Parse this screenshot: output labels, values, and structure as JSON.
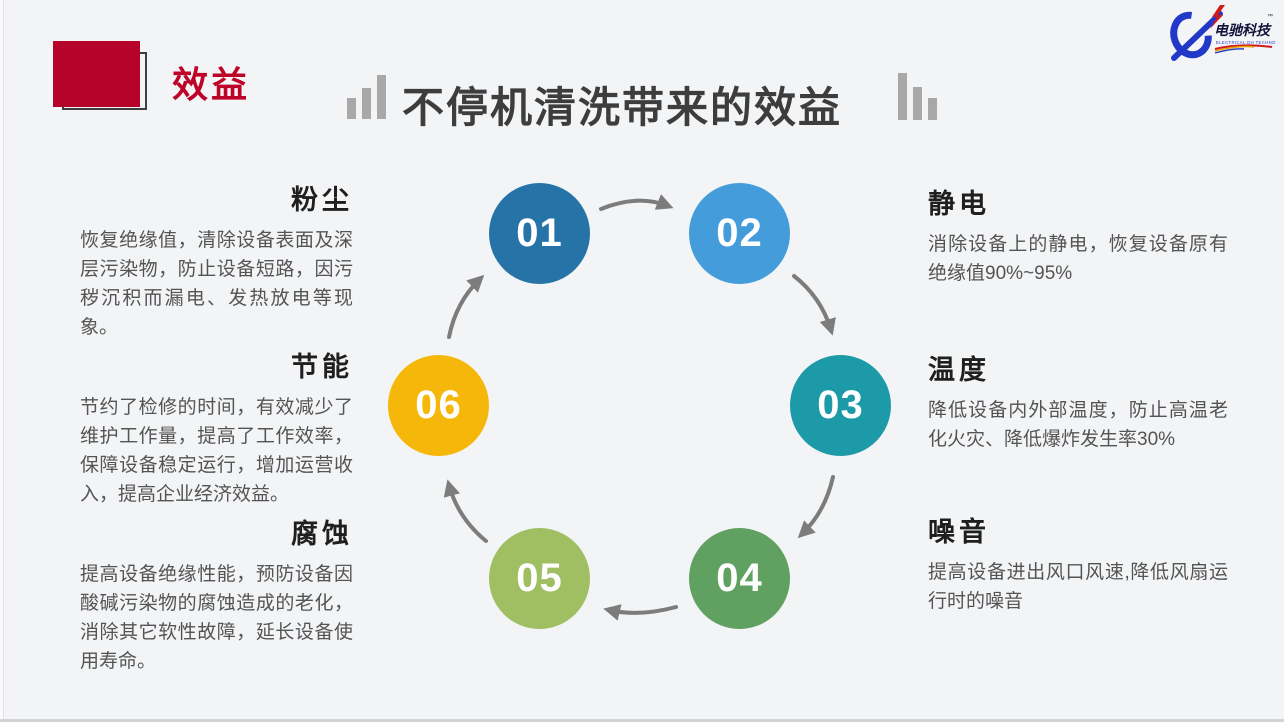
{
  "slide": {
    "badge_label": "效益",
    "title": "不停机清洗带来的效益"
  },
  "logo": {
    "name": "电驰科技",
    "trademark": "TM",
    "tagline": "ELECTRICAL DH TECHNOLOGY"
  },
  "diagram": {
    "type": "cycle",
    "arrow_color": "#7C7C7C",
    "steps": [
      {
        "number": "01",
        "color": "#2673A8"
      },
      {
        "number": "02",
        "color": "#449CDB"
      },
      {
        "number": "03",
        "color": "#1C9AA8"
      },
      {
        "number": "04",
        "color": "#60A061"
      },
      {
        "number": "05",
        "color": "#A0BF63"
      },
      {
        "number": "06",
        "color": "#F6B70B"
      }
    ]
  },
  "benefits": {
    "left": [
      {
        "title": "粉尘",
        "body": "恢复绝缘值，清除设备表面及深层污染物，防止设备短路，因污秽沉积而漏电、发热放电等现象。"
      },
      {
        "title": "节能",
        "body": "节约了检修的时间，有效减少了维护工作量，提高了工作效率，保障设备稳定运行，增加运营收入，提高企业经济效益。"
      },
      {
        "title": "腐蚀",
        "body": "提高设备绝缘性能，预防设备因酸碱污染物的腐蚀造成的老化，消除其它软性故障，延长设备使用寿命。"
      }
    ],
    "right": [
      {
        "title": "静电",
        "body": "消除设备上的静电，恢复设备原有绝缘值90%~95%"
      },
      {
        "title": "温度",
        "body": "降低设备内外部温度，防止高温老化火灾、降低爆炸发生率30%"
      },
      {
        "title": "噪音",
        "body": "提高设备进出风口风速,降低风扇运行时的噪音"
      }
    ]
  },
  "colors": {
    "accent_red": "#B60329",
    "title_gray": "#3D3D3D",
    "bar_gray": "#A8A8A8",
    "arrow_gray": "#7C7C7C",
    "background": "#F3F4F6"
  }
}
